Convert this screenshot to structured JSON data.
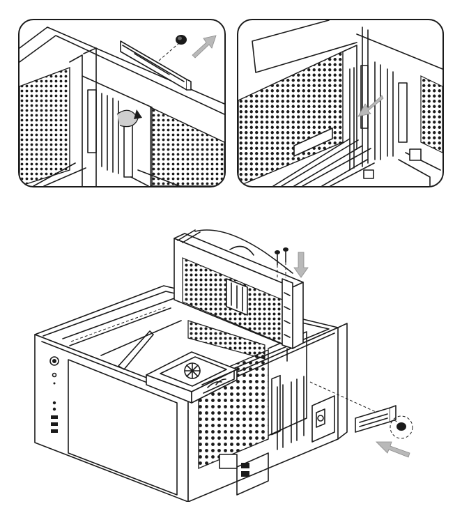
{
  "figure": {
    "panels": [
      {
        "id": "left",
        "step": "remove-bracket-screw-and-slide-out-bracket"
      },
      {
        "id": "right",
        "step": "slot-cover-removed"
      }
    ],
    "main": {
      "step": "install-graphics-card-with-screws"
    }
  },
  "colors": {
    "line": "#1a1a1a",
    "arrow": "#b9b9b9",
    "background": "#ffffff"
  },
  "icons": [
    "screw-icon",
    "direction-arrow-icon",
    "rotate-arrow-icon"
  ]
}
